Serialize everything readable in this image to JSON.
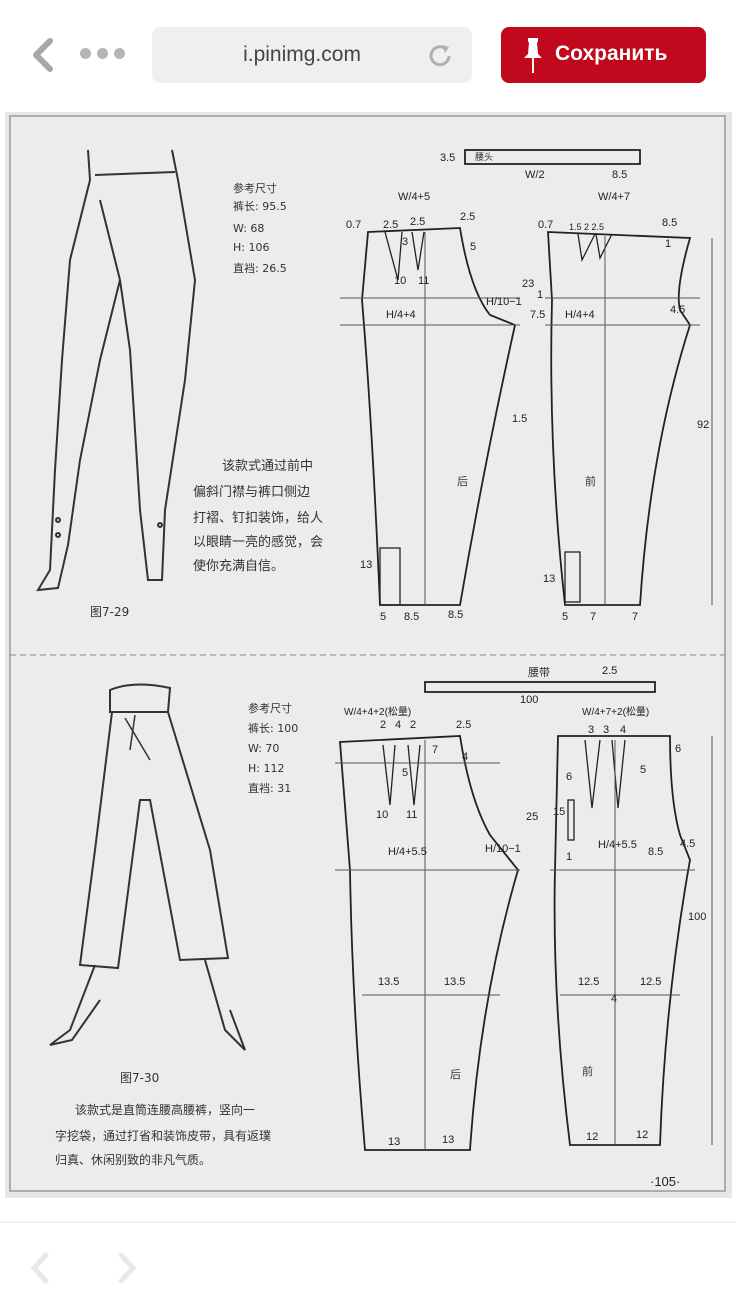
{
  "browser": {
    "url": "i.pinimg.com",
    "save_label": "Сохранить",
    "accent_color": "#c0091d",
    "icons": [
      "chevron-left-icon",
      "more-dots-icon",
      "reload-icon",
      "pin-icon",
      "chevron-right-icon"
    ]
  },
  "document": {
    "fig1": {
      "ref_title": "参考尺寸",
      "ref_lines": [
        "裤长: 95.5",
        "W: 68",
        "H: 106",
        "直裆: 26.5"
      ],
      "description": [
        "该款式通过前中",
        "偏斜门襟与裤口侧边",
        "打褶、钉扣装饰，给人",
        "以眼睛一亮的感觉，会",
        "使你充满自信。"
      ],
      "caption": "图7-29",
      "labels": [
        "3.5",
        "腰头",
        "W/2",
        "8.5",
        "W/4+5",
        "0.7",
        "2.5",
        "2.5",
        "2.5",
        "3",
        "5",
        "10",
        "11",
        "23",
        "H/4+4",
        "H/10−1",
        "7.5",
        "1",
        "1.5",
        "后",
        "13",
        "5",
        "8.5",
        "8.5",
        "W/4+7",
        "0.7",
        "1.5 2 2.5",
        "8.5",
        "1",
        "4.5",
        "H/4+4",
        "92",
        "前",
        "13",
        "5",
        "7",
        "7"
      ]
    },
    "fig2": {
      "ref_title": "参考尺寸",
      "ref_lines": [
        "裤长: 100",
        "W: 70",
        "H: 112",
        "直裆: 31"
      ],
      "description": [
        "该款式是直筒连腰高腰裤，竖向一",
        "字挖袋，通过打省和装饰皮带，具有返璞",
        "归真、休闲别致的非凡气质。"
      ],
      "caption": "图7-30",
      "labels": [
        "腰带",
        "2.5",
        "100",
        "W/4+4+2(松量)",
        "2",
        "4",
        "2",
        "2.5",
        "7",
        "4",
        "5",
        "10",
        "11",
        "25",
        "H/4+5.5",
        "H/10−1",
        "13.5",
        "13.5",
        "后",
        "13",
        "13",
        "W/4+7+2(松量)",
        "3",
        "3",
        "4",
        "6",
        "5",
        "6",
        "15",
        "1",
        "H/4+5.5",
        "8.5",
        "4.5",
        "100",
        "12.5",
        "12.5",
        "4",
        "前",
        "12",
        "12"
      ]
    },
    "page_number": "·105·"
  }
}
